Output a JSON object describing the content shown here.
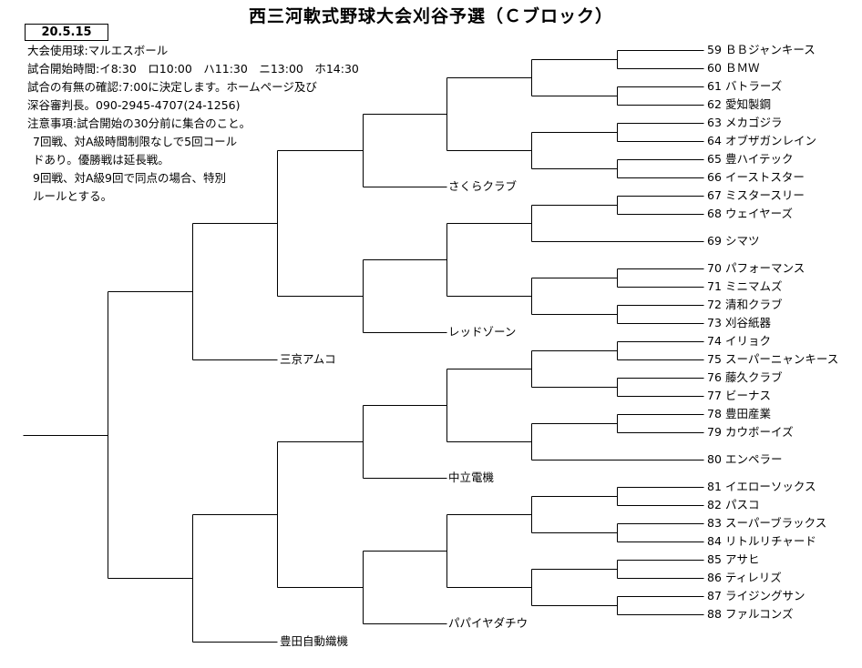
{
  "title": "西三河軟式野球大会刈谷予選（Ｃブロック）",
  "date": "20.5.15",
  "notes": [
    "大会使用球:マルエスボール",
    "試合開始時間:イ8:30　ロ10:00　ハ11:30　ニ13:00　ホ14:30",
    "試合の有無の確認:7:00に決定します。ホームページ及び",
    "深谷審判長。090-2945-4707(24-1256)",
    "注意事項:試合開始の30分前に集合のこと。",
    "7回戦、対A級時間制限なしで5回コール",
    "ドあり。優勝戦は延長戦。",
    "9回戦、対A級9回で同点の場合、特別",
    "ルールとする。"
  ],
  "teams": [
    {
      "num": "59",
      "name": "ＢＢジャンキース"
    },
    {
      "num": "60",
      "name": "ＢＭＷ"
    },
    {
      "num": "61",
      "name": "バトラーズ"
    },
    {
      "num": "62",
      "name": "愛知製鋼"
    },
    {
      "num": "63",
      "name": "メカゴジラ"
    },
    {
      "num": "64",
      "name": "オブザガンレイン"
    },
    {
      "num": "65",
      "name": "豊ハイテック"
    },
    {
      "num": "66",
      "name": "イーストスター"
    },
    {
      "num": "67",
      "name": "ミスタースリー"
    },
    {
      "num": "68",
      "name": "ウェイヤーズ"
    },
    {
      "num": "69",
      "name": "シマツ"
    },
    {
      "num": "70",
      "name": "パフォーマンス"
    },
    {
      "num": "71",
      "name": "ミニマムズ"
    },
    {
      "num": "72",
      "name": "清和クラブ"
    },
    {
      "num": "73",
      "name": "刈谷紙器"
    },
    {
      "num": "74",
      "name": "イリョク"
    },
    {
      "num": "75",
      "name": "スーパーニャンキース"
    },
    {
      "num": "76",
      "name": "藤久クラブ"
    },
    {
      "num": "77",
      "name": "ビーナス"
    },
    {
      "num": "78",
      "name": "豊田産業"
    },
    {
      "num": "79",
      "name": "カウボーイズ"
    },
    {
      "num": "80",
      "name": "エンペラー"
    },
    {
      "num": "81",
      "name": "イエローソックス"
    },
    {
      "num": "82",
      "name": "パスコ"
    },
    {
      "num": "83",
      "name": "スーパーブラックス"
    },
    {
      "num": "84",
      "name": "リトルリチャード"
    },
    {
      "num": "85",
      "name": "アサヒ"
    },
    {
      "num": "86",
      "name": "ティレリズ"
    },
    {
      "num": "87",
      "name": "ライジングサン"
    },
    {
      "num": "88",
      "name": "ファルコンズ"
    }
  ],
  "winners": {
    "sakura": "さくらクラブ",
    "red": "レッドゾーン",
    "sankyo": "三京アムコ",
    "churitsu": "中立電機",
    "papaiya": "パパイヤダチウ",
    "toyota": "豊田自動織機"
  }
}
